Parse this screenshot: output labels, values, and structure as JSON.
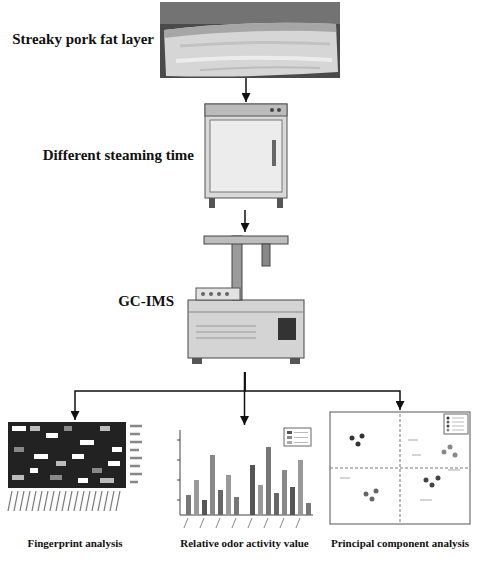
{
  "diagram": {
    "nodes": [
      {
        "text": [
          "Streaky pork fat layer"
        ]
      },
      {
        "text": [
          "Different steaming time"
        ]
      },
      {
        "text": [
          "GC-IMS"
        ]
      },
      {
        "text": [
          "Fingerprint analysis"
        ]
      },
      {
        "text": [
          "Relative odor activity value"
        ]
      },
      {
        "text": [
          "Principal component analysis"
        ]
      }
    ],
    "edges": [
      {
        "from": 0,
        "to": 1,
        "arrow": "to"
      },
      {
        "from": 1,
        "to": 2,
        "arrow": "to"
      },
      {
        "from": 2,
        "to": 3,
        "arrow": "to"
      },
      {
        "from": 2,
        "to": 4,
        "arrow": "to"
      },
      {
        "from": 2,
        "to": 5,
        "arrow": "to"
      }
    ]
  }
}
